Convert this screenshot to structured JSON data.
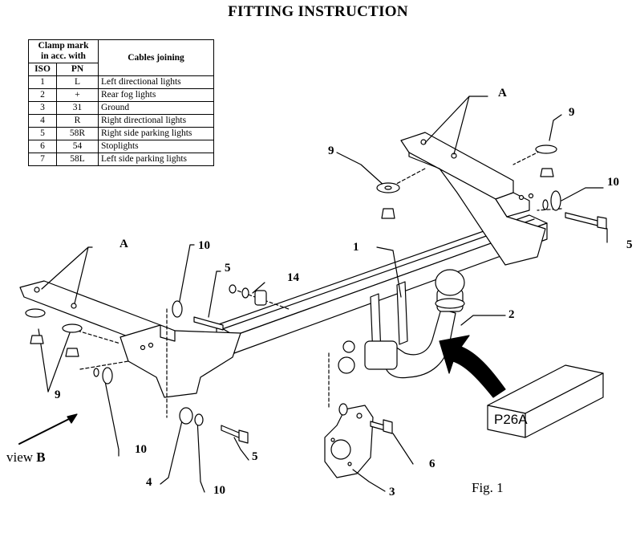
{
  "title": "FITTING INSTRUCTION",
  "table": {
    "header_clamp": "Clamp mark",
    "header_clamp2": "in acc. with",
    "header_cables": "Cables joining",
    "sub_iso": "ISO",
    "sub_pn": "PN",
    "rows": [
      {
        "iso": "1",
        "pn": "L",
        "cable": "Left directional lights"
      },
      {
        "iso": "2",
        "pn": "+",
        "cable": "Rear fog lights"
      },
      {
        "iso": "3",
        "pn": "31",
        "cable": "Ground"
      },
      {
        "iso": "4",
        "pn": "R",
        "cable": "Right directional lights"
      },
      {
        "iso": "5",
        "pn": "58R",
        "cable": "Right side parking lights"
      },
      {
        "iso": "6",
        "pn": "54",
        "cable": "Stoplights"
      },
      {
        "iso": "7",
        "pn": "58L",
        "cable": "Left side parking lights"
      }
    ]
  },
  "labels": {
    "a_top": "A",
    "a_left": "A",
    "nine_top_right": "9",
    "nine_mid": "9",
    "nine_left": "9",
    "ten_right": "10",
    "ten_top_left": "10",
    "ten_mid_left": "10",
    "ten_bottom": "10",
    "five_right": "5",
    "five_left_top": "5",
    "five_bottom": "5",
    "one": "1",
    "two": "2",
    "three": "3",
    "four": "4",
    "six": "6",
    "fourteen": "14"
  },
  "plate": "P26A",
  "view_prefix": "view ",
  "view_letter": "B",
  "figure": "Fig. 1"
}
